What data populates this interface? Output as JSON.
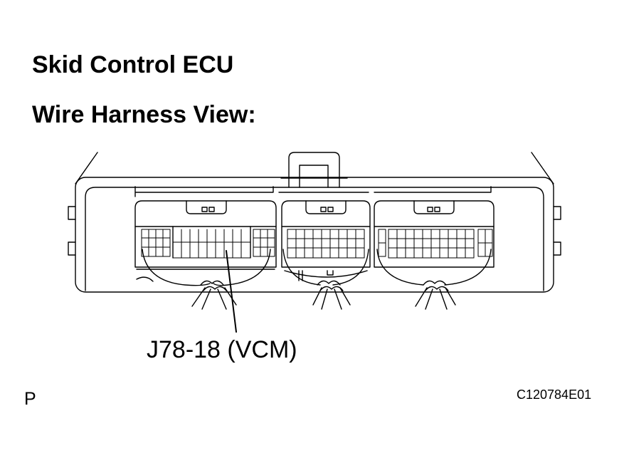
{
  "title": "Skid Control ECU",
  "subtitle": "Wire Harness View:",
  "callout": {
    "label": "J78-18 (VCM)"
  },
  "corner_letter": "P",
  "figure_code": "C120784E01",
  "colors": {
    "line": "#000000",
    "background": "#ffffff"
  }
}
